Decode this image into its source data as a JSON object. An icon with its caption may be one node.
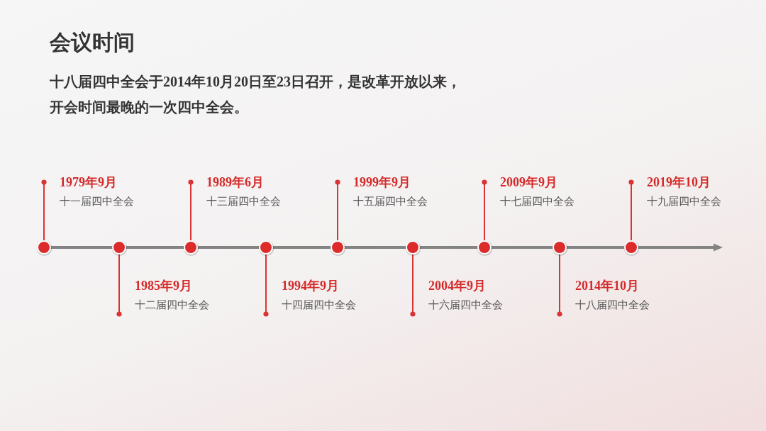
{
  "diagram": {
    "title": "会议时间",
    "nodes": [
      {
        "text": [
          "1979年9月",
          "十一届四中全会"
        ]
      },
      {
        "text": [
          "1985年9月",
          "十二届四中全会"
        ]
      },
      {
        "text": [
          "1989年6月",
          "十三届四中全会"
        ]
      },
      {
        "text": [
          "1994年9月",
          "十四届四中全会"
        ]
      },
      {
        "text": [
          "1999年9月",
          "十五届四中全会"
        ]
      },
      {
        "text": [
          "2004年9月",
          "十六届四中全会"
        ]
      },
      {
        "text": [
          "2009年9月",
          "十七届四中全会"
        ]
      },
      {
        "text": [
          "2014年10月",
          "十八届四中全会"
        ]
      },
      {
        "text": [
          "2019年10月",
          "十九届四中全会"
        ]
      },
      {
        "text": [],
        "shape": "circle"
      },
      {
        "text": [],
        "shape": "circle"
      },
      {
        "text": [],
        "shape": "circle"
      },
      {
        "text": [],
        "shape": "circle"
      },
      {
        "text": [],
        "shape": "circle"
      },
      {
        "text": [],
        "shape": "circle"
      },
      {
        "text": [],
        "shape": "circle"
      },
      {
        "text": [],
        "shape": "circle"
      },
      {
        "text": [],
        "shape": "circle"
      }
    ],
    "edges": [
      {
        "from": 0,
        "to": 9,
        "arrow": "other"
      },
      {
        "from": 1,
        "to": 10,
        "arrow": "other"
      },
      {
        "from": 2,
        "to": 11,
        "arrow": "other"
      },
      {
        "from": 3,
        "to": 12,
        "arrow": "other"
      },
      {
        "from": 4,
        "to": 13,
        "arrow": "other"
      },
      {
        "from": 5,
        "to": 14,
        "arrow": "other"
      },
      {
        "from": 6,
        "to": 15,
        "arrow": "other"
      },
      {
        "from": 7,
        "to": 16,
        "arrow": "other"
      },
      {
        "from": 8,
        "to": 17,
        "arrow": "other"
      }
    ],
    "labels": [
      "十八届四中全会于2014年10月20日至23日召开，是改革开放以来，开会时间最晚的一次四中全会。"
    ]
  }
}
